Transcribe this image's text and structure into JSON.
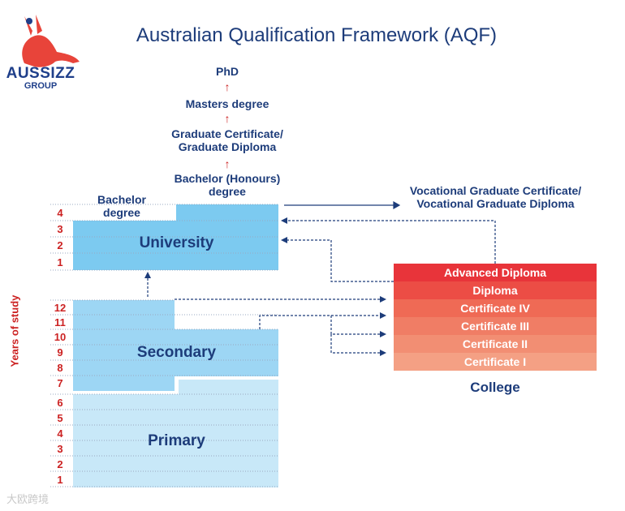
{
  "logo": {
    "name": "AUSSIZZ",
    "sub": "GROUP"
  },
  "title": "Australian Qualification Framework (AQF)",
  "higher_ed": {
    "phd": "PhD",
    "masters": "Masters degree",
    "grad_cert_line1": "Graduate Certificate/",
    "grad_cert_line2": "Graduate Diploma",
    "honours_line1": "Bachelor (Honours)",
    "honours_line2": "degree",
    "bachelor_line1": "Bachelor",
    "bachelor_line2": "degree",
    "arrow": "↑"
  },
  "vocational": {
    "line1": "Vocational Graduate Certificate/",
    "line2": "Vocational Graduate Diploma"
  },
  "university": {
    "label": "University",
    "years": [
      "4",
      "3",
      "2",
      "1"
    ]
  },
  "secondary": {
    "label": "Secondary",
    "years": [
      "12",
      "11",
      "10",
      "9",
      "8",
      "7"
    ]
  },
  "primary": {
    "label": "Primary",
    "years": [
      "6",
      "5",
      "4",
      "3",
      "2",
      "1"
    ]
  },
  "y_axis_label": "Years of study",
  "college": {
    "label": "College",
    "levels": [
      "Advanced Diploma",
      "Diploma",
      "Certificate IV",
      "Certificate III",
      "Certificate II",
      "Certificate I"
    ],
    "colors": [
      "#e8343a",
      "#ec4d45",
      "#ef6a55",
      "#f07d65",
      "#f28e73",
      "#f4a084"
    ]
  },
  "colors": {
    "navy": "#1d3c7a",
    "red": "#cc2222",
    "university_blue": "#7ccaf0",
    "secondary_blue": "#9dd6f4",
    "primary_blue": "#c8e8f8"
  },
  "watermark": "大欧跨境"
}
